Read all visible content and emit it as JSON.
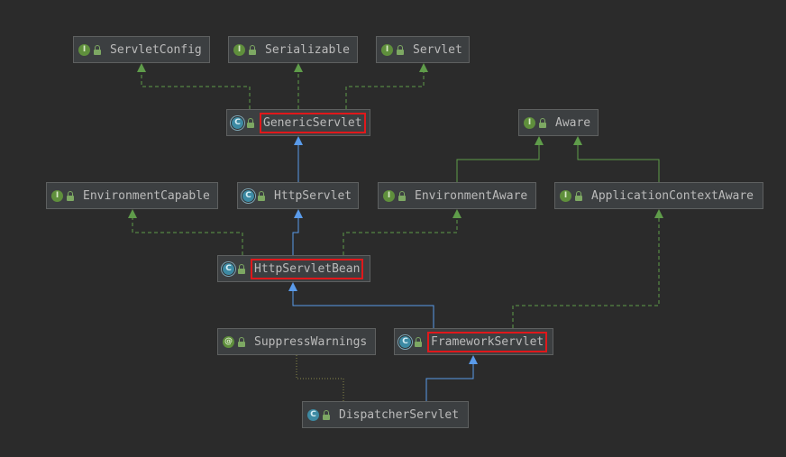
{
  "nodes": {
    "servlet_config": {
      "label": "ServletConfig",
      "kind": "interface",
      "badge": "I"
    },
    "serializable": {
      "label": "Serializable",
      "kind": "interface",
      "badge": "I"
    },
    "servlet": {
      "label": "Servlet",
      "kind": "interface",
      "badge": "I"
    },
    "generic_servlet": {
      "label": "GenericServlet",
      "kind": "abstract",
      "badge": "C",
      "highlighted": true
    },
    "aware": {
      "label": "Aware",
      "kind": "interface",
      "badge": "I"
    },
    "environment_capable": {
      "label": "EnvironmentCapable",
      "kind": "interface",
      "badge": "I"
    },
    "http_servlet": {
      "label": "HttpServlet",
      "kind": "abstract",
      "badge": "C"
    },
    "environment_aware": {
      "label": "EnvironmentAware",
      "kind": "interface",
      "badge": "I"
    },
    "application_context_aware": {
      "label": "ApplicationContextAware",
      "kind": "interface",
      "badge": "I"
    },
    "http_servlet_bean": {
      "label": "HttpServletBean",
      "kind": "abstract",
      "badge": "C",
      "highlighted": true
    },
    "suppress_warnings": {
      "label": "SuppressWarnings",
      "kind": "annotation",
      "badge": "@"
    },
    "framework_servlet": {
      "label": "FrameworkServlet",
      "kind": "abstract",
      "badge": "C",
      "highlighted": true
    },
    "dispatcher_servlet": {
      "label": "DispatcherServlet",
      "kind": "class",
      "badge": "C"
    }
  },
  "edges": [
    {
      "from": "generic_servlet",
      "to": "servlet_config",
      "type": "implements"
    },
    {
      "from": "generic_servlet",
      "to": "serializable",
      "type": "implements"
    },
    {
      "from": "generic_servlet",
      "to": "servlet",
      "type": "implements"
    },
    {
      "from": "http_servlet",
      "to": "generic_servlet",
      "type": "extends"
    },
    {
      "from": "http_servlet_bean",
      "to": "http_servlet",
      "type": "extends"
    },
    {
      "from": "http_servlet_bean",
      "to": "environment_capable",
      "type": "implements"
    },
    {
      "from": "http_servlet_bean",
      "to": "environment_aware",
      "type": "implements"
    },
    {
      "from": "environment_aware",
      "to": "aware",
      "type": "interface-extends"
    },
    {
      "from": "application_context_aware",
      "to": "aware",
      "type": "interface-extends"
    },
    {
      "from": "framework_servlet",
      "to": "http_servlet_bean",
      "type": "extends"
    },
    {
      "from": "framework_servlet",
      "to": "application_context_aware",
      "type": "implements"
    },
    {
      "from": "dispatcher_servlet",
      "to": "framework_servlet",
      "type": "extends"
    },
    {
      "from": "dispatcher_servlet",
      "to": "suppress_warnings",
      "type": "annotated"
    }
  ],
  "colors": {
    "background": "#2b2b2b",
    "node_fill": "#3c3f41",
    "extends_edge": "#5a9bea",
    "implements_edge": "#5f9c4a",
    "annotation_edge": "#8a8a48",
    "highlight": "#e0181b"
  }
}
